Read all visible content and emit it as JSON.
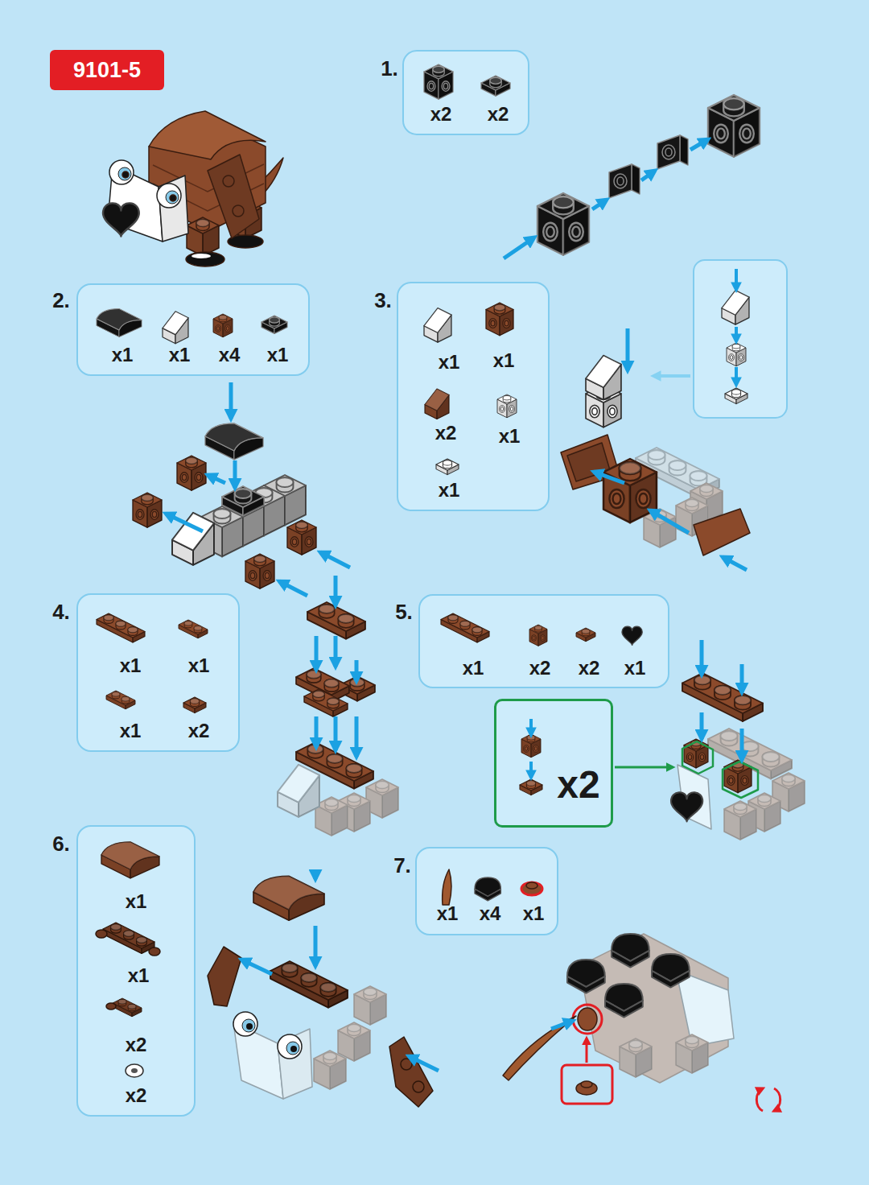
{
  "diagram": {
    "nodes": [
      {
        "text": [
          "9101-5"
        ]
      },
      {
        "text": [
          "x2",
          "x2"
        ]
      },
      {
        "text": [
          "x1",
          "x1",
          "x4",
          "x1"
        ]
      },
      {
        "text": [
          "x1",
          "x1",
          "x2",
          "x1",
          "x1"
        ]
      },
      {
        "text": [
          "x1",
          "x1",
          "x1",
          "x2"
        ]
      },
      {
        "text": [
          "x1",
          "x2",
          "x2",
          "x1"
        ]
      },
      {
        "text": [
          "x2"
        ]
      },
      {
        "text": [
          "x1",
          "x1",
          "x2",
          "x2"
        ]
      },
      {
        "text": [
          "x1",
          "x4",
          "x1"
        ]
      }
    ],
    "labels": [
      "1.",
      "2.",
      "3.",
      "4.",
      "5.",
      "6.",
      "7."
    ]
  }
}
